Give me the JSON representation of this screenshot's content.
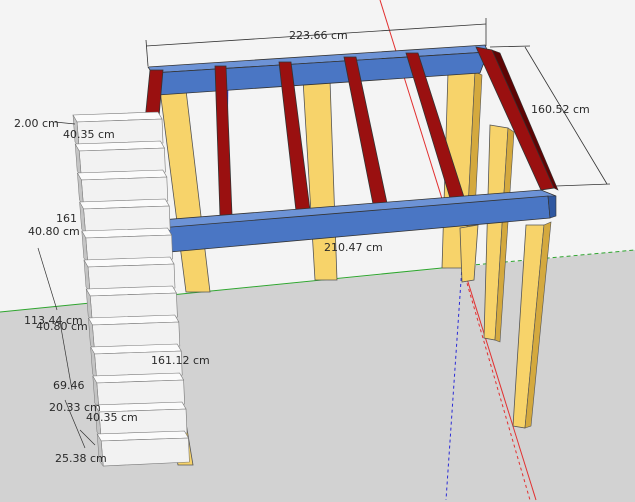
{
  "viewport": {
    "background_sky": "#f4f4f4",
    "background_ground": "#d2d2d2"
  },
  "colors": {
    "beam_blue": "#4a76c4",
    "beam_blue_dark": "#2f57a0",
    "joist_red": "#9a1010",
    "joist_red_dark": "#5e0404",
    "post_yellow": "#f7d36a",
    "post_yellow_dark": "#d4a93e",
    "stair_white": "#f2f2f2",
    "stair_shadow": "#c4c4c4",
    "axis_red": "#e23030",
    "axis_green": "#2fa52f",
    "axis_blue": "#2b2bd6"
  },
  "dimensions": {
    "top_length": "223.66 cm",
    "right_depth": "160.52 cm",
    "front_length": "210.47 cm",
    "stair_2_00": "2.00 cm",
    "stair_40_35_top": "40.35 cm",
    "stair_161_partial": "161",
    "stair_40_80_upper": "40.80 cm",
    "stair_113_44": "113.44 cm",
    "stair_40_80_lower": "40.80 cm",
    "stair_161_12": "161.12 cm",
    "stair_69_46": "69.46",
    "stair_20_33": "20.33 cm",
    "stair_40_35_bottom": "40.35 cm",
    "stair_25_38": "25.38 cm"
  }
}
